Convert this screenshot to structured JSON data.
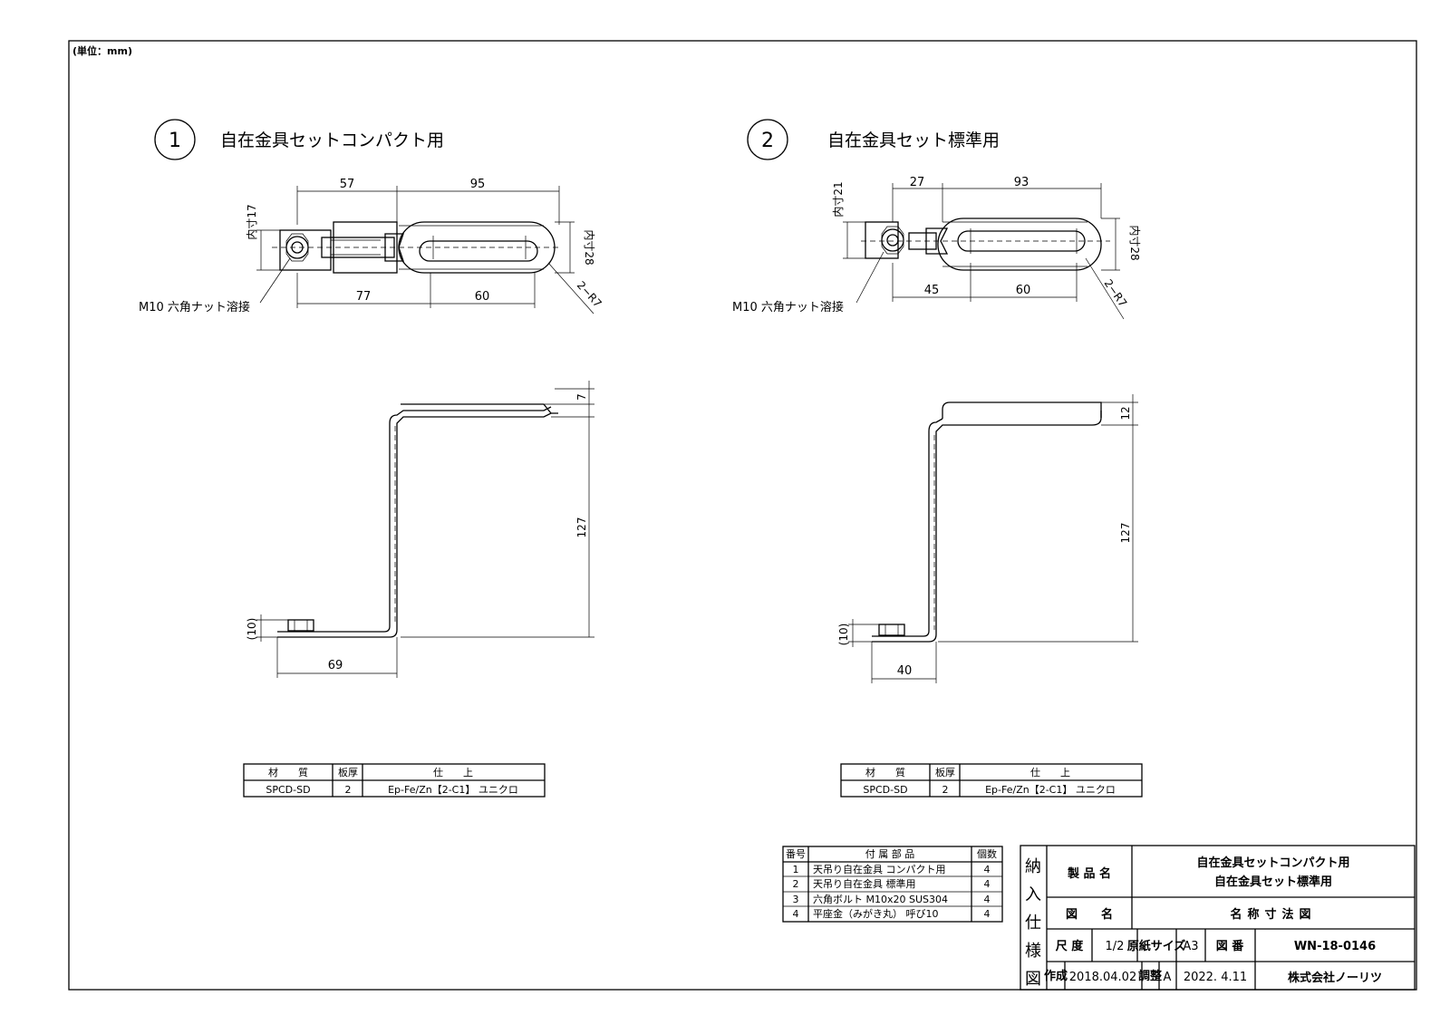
{
  "unit_note": "(単位：mm)",
  "view1": {
    "number": "1",
    "title": "自在金具セットコンパクト用",
    "nut_note": "M10 六角ナット溶接",
    "dims": {
      "top_a": "57",
      "top_b": "95",
      "inner_h": "内寸17",
      "inner_w": "内寸28",
      "bottom_a": "77",
      "bottom_b": "60",
      "radius": "2−R7"
    },
    "side_dims": {
      "top": "7",
      "height": "127",
      "nut": "(10)",
      "base": "69"
    },
    "material_table": {
      "headers": [
        "材　　質",
        "板厚",
        "仕　　上"
      ],
      "row": [
        "SPCD-SD",
        "2",
        "Ep-Fe/Zn【2-C1】 ユニクロ"
      ]
    }
  },
  "view2": {
    "number": "2",
    "title": "自在金具セット標準用",
    "nut_note": "M10 六角ナット溶接",
    "dims": {
      "top_a": "27",
      "top_b": "93",
      "inner_h": "内寸21",
      "inner_w": "内寸28",
      "bottom_a": "45",
      "bottom_b": "60",
      "radius": "2−R7"
    },
    "side_dims": {
      "top": "12",
      "height": "127",
      "nut": "(10)",
      "base": "40"
    },
    "material_table": {
      "headers": [
        "材　　質",
        "板厚",
        "仕　　上"
      ],
      "row": [
        "SPCD-SD",
        "2",
        "Ep-Fe/Zn【2-C1】 ユニクロ"
      ]
    }
  },
  "parts_table": {
    "headers": [
      "番号",
      "付 属 部 品",
      "個数"
    ],
    "rows": [
      [
        "1",
        "天吊り自在金具 コンパクト用",
        "4"
      ],
      [
        "2",
        "天吊り自在金具 標準用",
        "4"
      ],
      [
        "3",
        "六角ボルト M10x20 SUS304",
        "4"
      ],
      [
        "4",
        "平座金（みがき丸） 呼び10",
        "4"
      ]
    ]
  },
  "title_block": {
    "side_label": [
      "納",
      "入",
      "仕",
      "様",
      "図"
    ],
    "product_name_label": "製 品 名",
    "product_name_line1": "自在金具セットコンパクト用",
    "product_name_line2": "自在金具セット標準用",
    "drawing_name_label": "図　　名",
    "drawing_name": "名称寸法図",
    "scale_label": "尺 度",
    "scale": "1/2",
    "paper_size_label": "原紙サイズ",
    "paper_size": "A3",
    "drawing_no_label": "図 番",
    "drawing_no": "WN-18-0146",
    "created_label": "作成",
    "created_date": "2018.04.02",
    "revised_label": "調整",
    "revision": "A",
    "revised_date": "2022. 4.11",
    "company": "株式会社ノーリツ"
  }
}
